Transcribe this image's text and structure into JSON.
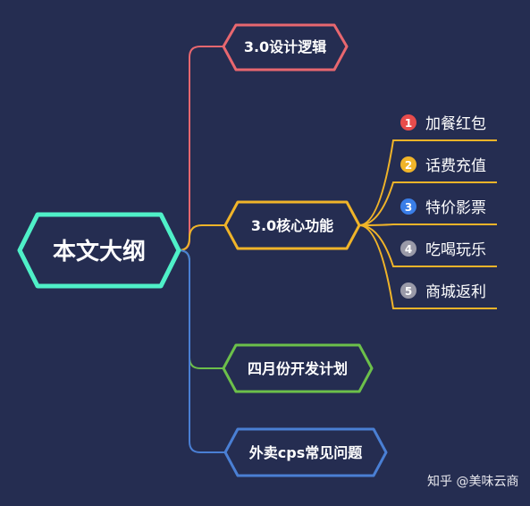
{
  "root": {
    "label": "本文大纲",
    "color": "#4ff0c8"
  },
  "branches": [
    {
      "id": "design",
      "label": "3.0设计逻辑",
      "color": "#e8676f"
    },
    {
      "id": "core",
      "label": "3.0核心功能",
      "color": "#f0b429",
      "children": [
        {
          "num": "1",
          "label": "加餐红包",
          "badge_color": "#e84c4c"
        },
        {
          "num": "2",
          "label": "话费充值",
          "badge_color": "#f0b429"
        },
        {
          "num": "3",
          "label": "特价影票",
          "badge_color": "#3a7ee8"
        },
        {
          "num": "4",
          "label": "吃喝玩乐",
          "badge_color": "#9a9aa8"
        },
        {
          "num": "5",
          "label": "商城返利",
          "badge_color": "#9a9aa8"
        }
      ]
    },
    {
      "id": "april",
      "label": "四月份开发计划",
      "color": "#6cc04a"
    },
    {
      "id": "faq",
      "label": "外卖cps常见问题",
      "color": "#4a7fd4"
    }
  ],
  "watermark": "知乎 @美味云商"
}
